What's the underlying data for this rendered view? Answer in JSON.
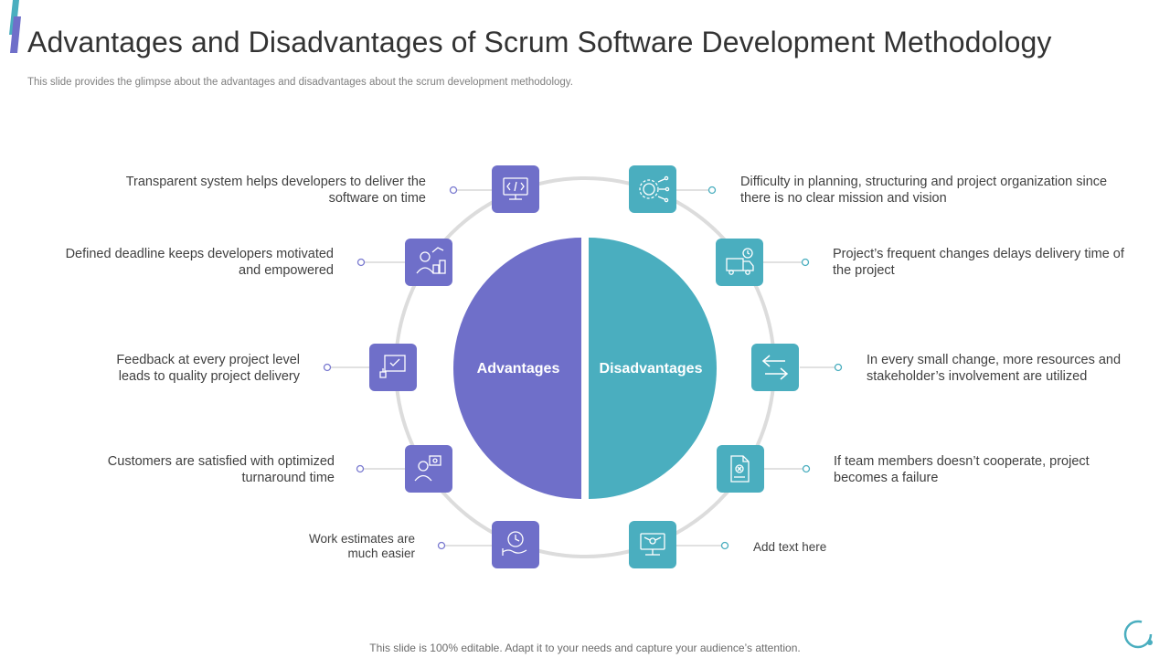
{
  "title": "Advantages and Disadvantages of Scrum Software Development Methodology",
  "subtitle": "This slide provides the glimpse about the advantages and disadvantages about the scrum development methodology.",
  "footer": "This slide is 100% editable. Adapt it to your needs and capture your audience’s attention.",
  "colors": {
    "advantages": "#6f6fc9",
    "disadvantages": "#4aaebf",
    "ring": "#d9d9d9",
    "accent_top": "#4aaebf",
    "accent_bottom": "#6f6fc9"
  },
  "center": {
    "advantages_label": "Advantages",
    "disadvantages_label": "Disadvantages"
  },
  "advantages": [
    {
      "text": "Transparent system helps developers to deliver the software on time",
      "icon": "monitor-code-icon"
    },
    {
      "text": "Defined deadline keeps developers motivated and empowered",
      "icon": "developer-growth-icon"
    },
    {
      "text": "Feedback at every project level leads to quality project delivery",
      "icon": "feedback-board-icon"
    },
    {
      "text": "Customers are satisfied with optimized turnaround time",
      "icon": "customer-satisfaction-icon"
    },
    {
      "text": "Work estimates are much easier",
      "icon": "time-estimate-icon"
    }
  ],
  "disadvantages": [
    {
      "text": "Difficulty in planning, structuring and project organization since there is no clear mission and vision",
      "icon": "gear-network-icon"
    },
    {
      "text": "Project’s frequent changes delays delivery time of the project",
      "icon": "delivery-truck-clock-icon"
    },
    {
      "text": "In every small change, more resources and stakeholder’s involvement are utilized",
      "icon": "exchange-arrows-icon"
    },
    {
      "text": "If team members doesn’t cooperate, project becomes a failure",
      "icon": "failed-document-icon"
    },
    {
      "text": "Add text here",
      "icon": "computer-network-icon"
    }
  ]
}
